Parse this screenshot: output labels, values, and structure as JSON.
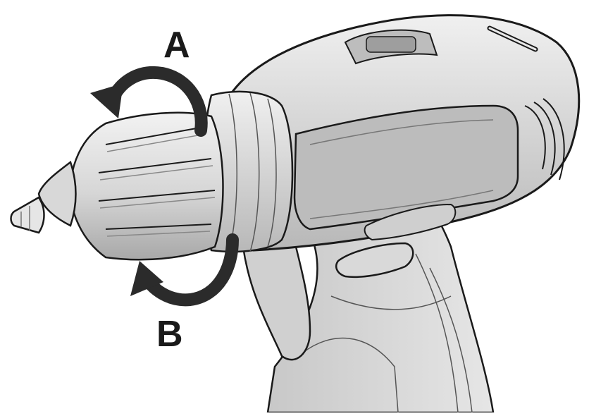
{
  "diagram": {
    "label_a": "A",
    "label_b": "B"
  },
  "colors": {
    "body": "#d9d9d9",
    "body_light": "#ececec",
    "body_dark": "#a9a9a9",
    "outline": "#1a1a1a",
    "arrow": "#2b2b2b"
  },
  "icons": {
    "arrow_a": "counter-clockwise-rotation-arrow",
    "arrow_b": "clockwise-rotation-arrow"
  }
}
